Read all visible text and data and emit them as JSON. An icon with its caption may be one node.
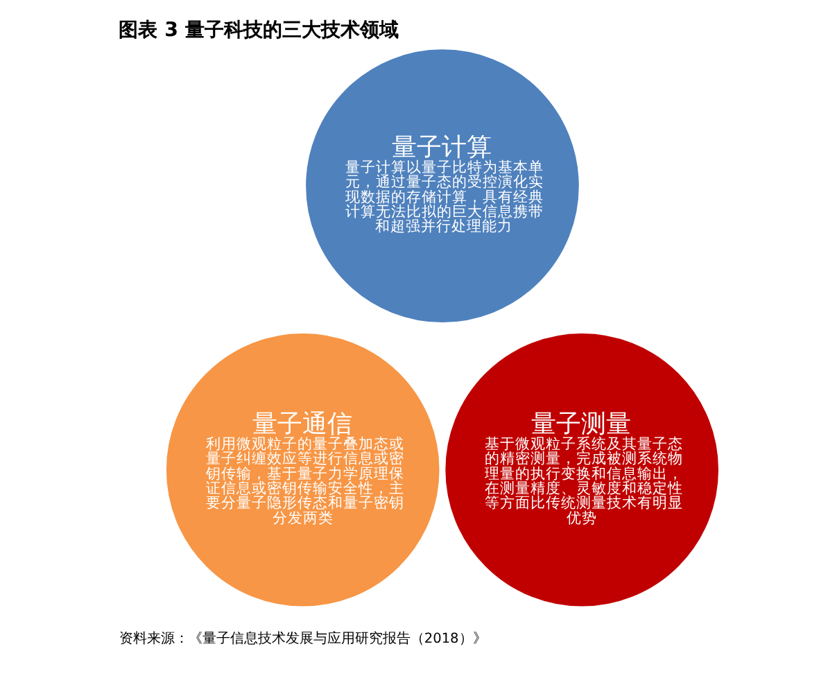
{
  "diagram": {
    "title": "图表 3 量子科技的三大技术领域",
    "caption": "资料来源：《量子信息技术发展与应用研究报告（2018）》",
    "nodes": [
      {
        "text": [
          "量子计算",
          "量子计算以量子比特为基本单元，通过量子态的受控演化实现数据的存储计算，具有经典计算无法比拟的巨大信息携带和超强并行处理能力"
        ]
      },
      {
        "text": [
          "量子通信",
          "利用微观粒子的量子叠加态或量子纠缠效应等进行信息或密钥传输，基于量子力学原理保证信息或密钥传输安全性，主要分量子隐形传态和量子密钥分发两类"
        ]
      },
      {
        "text": [
          "量子测量",
          "基于微观粒子系统及其量子态的精密测量，完成被测系统物理量的执行变换和信息输出，在测量精度、灵敏度和稳定性等方面比传统测量技术有明显优势"
        ]
      }
    ],
    "edges": []
  }
}
